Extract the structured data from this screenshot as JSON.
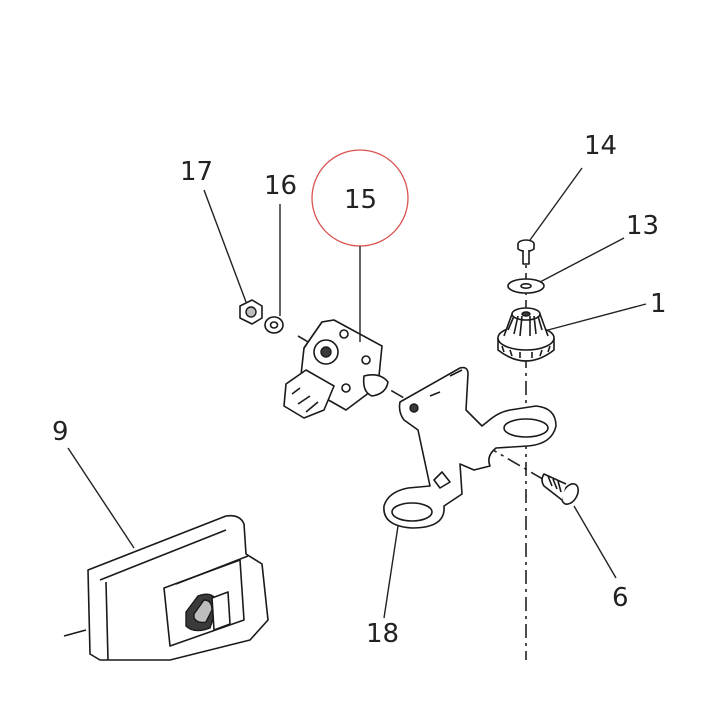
{
  "callouts": {
    "c17": "17",
    "c16": "16",
    "c15": "15",
    "c14": "14",
    "c13": "13",
    "c1": "1",
    "c9": "9",
    "c6": "6",
    "c18": "18"
  },
  "colors": {
    "highlight_circle": "#d9534f",
    "line": "#1a1a1a",
    "background": "#ffffff"
  }
}
